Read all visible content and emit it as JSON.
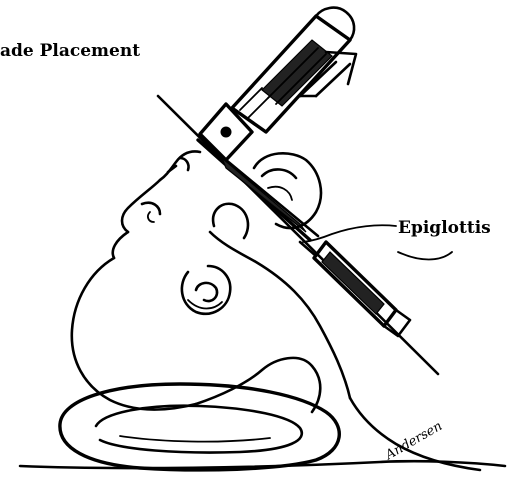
{
  "labels": {
    "title": "ade Placement",
    "epiglottis": "Epiglottis",
    "signature": "Andersen"
  }
}
